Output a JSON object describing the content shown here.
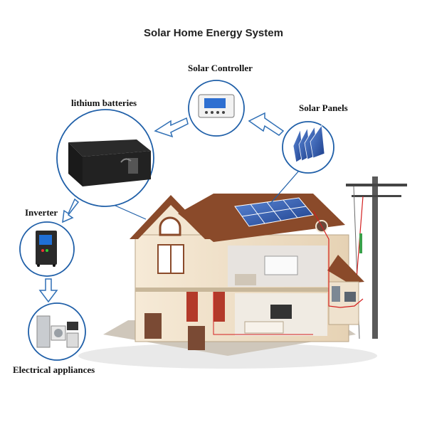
{
  "diagram": {
    "title": "Solar Home Energy System",
    "components": {
      "solar_controller": "Solar Controller",
      "lithium_batteries": "lithium batteries",
      "solar_panels": "Solar Panels",
      "inverter": "Inverter",
      "electrical_appliances": "Electrical appliances"
    },
    "colors": {
      "circle_stroke": "#1f5fa8",
      "arrow": "#2f6fb5",
      "roof": "#8a4a2a",
      "wall": "#f2e3cc",
      "panel": "#2d5fb0",
      "wire": "#d32020"
    }
  }
}
